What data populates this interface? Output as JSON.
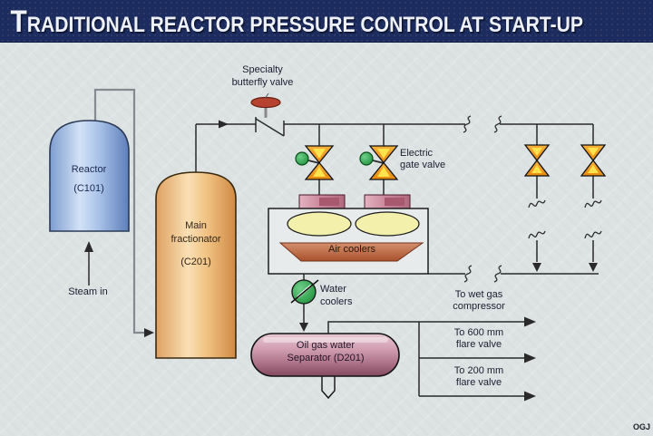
{
  "title": "TRADITIONAL REACTOR PRESSURE CONTROL AT START-UP",
  "credit": "OGJ",
  "colors": {
    "title_bar": "#1d2c5f",
    "background": "#dde3e3",
    "pipe_line": "#2a2a2a",
    "reactor_blue": "#7d9cd0",
    "fractionator_orange": "#e8b070",
    "separator_pink": "#b57e92",
    "valve_orange": "#f09a1a",
    "motor_green": "#2f9e48",
    "actuator_red": "#b5432f",
    "cooler_fan_yellow": "#f2f0ab",
    "air_cooler_salmon": "#c97a58"
  },
  "equipment": {
    "reactor": {
      "line1": "Reactor",
      "line2": "(C101)"
    },
    "fractionator": {
      "line1": "Main",
      "line2": "fractionator",
      "line3": "(C201)"
    },
    "air_coolers": {
      "label": "Air coolers"
    },
    "water_coolers": {
      "line1": "Water",
      "line2": "coolers"
    },
    "separator": {
      "line1": "Oil gas water",
      "line2": "Separator (D201)"
    }
  },
  "valves": {
    "butterfly": {
      "line1": "Specialty",
      "line2": "butterfly valve"
    },
    "electric_gate": {
      "line1": "Electric",
      "line2": "gate valve"
    }
  },
  "streams": {
    "steam_in": "Steam in",
    "wet_gas": {
      "line1": "To wet gas",
      "line2": "compressor"
    },
    "flare_600": {
      "line1": "To 600 mm",
      "line2": "flare valve"
    },
    "flare_200": {
      "line1": "To 200 mm",
      "line2": "flare valve"
    }
  }
}
